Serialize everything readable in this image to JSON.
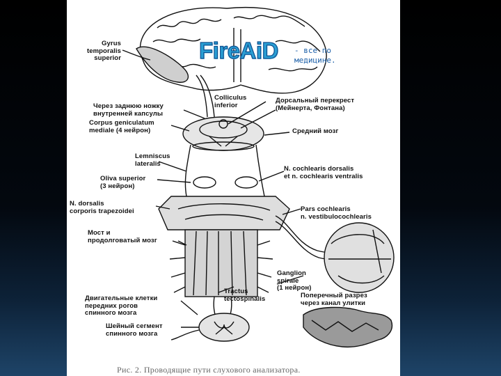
{
  "logo": {
    "brand": "FireAiD",
    "tagline_line1": "- все по",
    "tagline_line2": "медицине."
  },
  "labels": {
    "gyrus_temporalis": [
      "Gyrus",
      "temporalis",
      "superior"
    ],
    "posterior_limb": [
      "Через заднюю ножку",
      "внутренней капсулы"
    ],
    "corpus_geniculatum": [
      "Corpus geniculatum",
      "mediale (4 нейрон)"
    ],
    "lemniscus": [
      "Lemniscus",
      "lateralis"
    ],
    "oliva": [
      "Oliva superior",
      "(3 нейрон)"
    ],
    "n_dorsalis": [
      "N. dorsalis",
      "corporis trapezoidei"
    ],
    "pons": [
      "Мост и",
      "продолговатый мозг"
    ],
    "motor_cells": [
      "Двигательные клетки",
      "передних рогов",
      "спинного мозга"
    ],
    "cervical": [
      "Шейный сегмент",
      "спинного мозга"
    ],
    "colliculus": [
      "Colliculus",
      "inferior"
    ],
    "dorsal_chiasm": [
      "Дорсальный перекрест",
      "(Мейнерта, Фонтана)"
    ],
    "midbrain": [
      "Средний мозг"
    ],
    "cochlear_nuclei": [
      "N. cochlearis dorsalis",
      "et n. cochlearis ventralis"
    ],
    "pars_cochlearis": [
      "Pars cochlearis",
      "n. vestibulocochlearis"
    ],
    "ganglion": [
      "Ganglion",
      "spirale",
      "(1 нейрон)"
    ],
    "tractus": [
      "Tractus",
      "tectospinalis"
    ],
    "cross_section": [
      "Поперечный разрез",
      "через канал улитки"
    ]
  },
  "caption": "Рис. 2. Проводящие пути слухового анализатора."
}
